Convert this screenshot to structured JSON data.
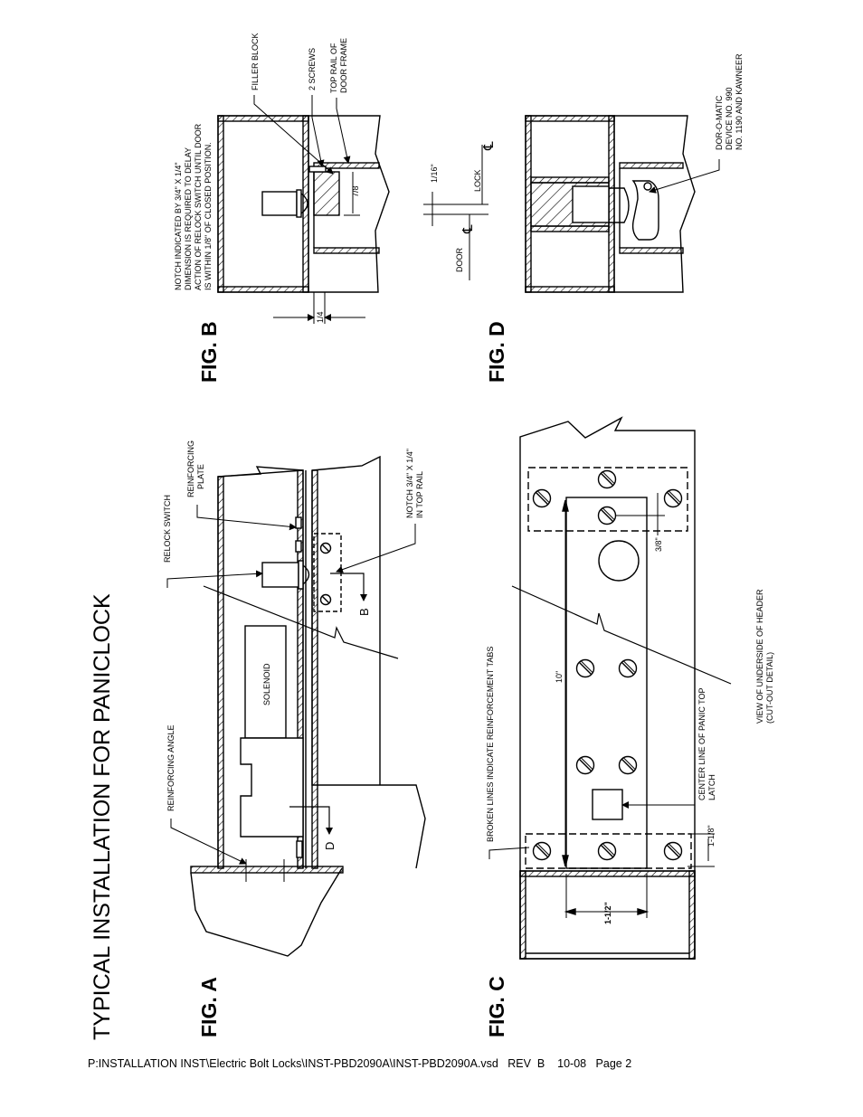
{
  "page_title": "TYPICAL INSTALLATION FOR PANICLOCK",
  "footer": "P:INSTALLATION INST\\Electric Bolt Locks\\INST-PBD2090A\\INST-PBD2090A.vsd   REV  B    10-08   Page 2",
  "fig_a": {
    "title": "FIG. A",
    "relock_switch": "RELOCK SWITCH",
    "reinforcing_plate_1": "REINFORCING",
    "reinforcing_plate_2": "PLATE",
    "notch_1": "NOTCH 3/4\" X 1/4\"",
    "notch_2": "IN TOP RAIL",
    "reinforcing_angle": "REINFORCING ANGLE",
    "solenoid": "SOLENOID",
    "section_b": "B",
    "section_d": "D"
  },
  "fig_b": {
    "title": "FIG. B",
    "filler_block": "FILLER BLOCK",
    "two_screws": "2 SCREWS",
    "top_rail_1": "TOP RAIL OF",
    "top_rail_2": "DOOR FRAME",
    "note_1": "NOTCH INDICATED BY 3/4\" X 1/4\"",
    "note_2": "DIMENSION IS REQUIRED TO  DELAY",
    "note_3": "ACTION OF RELOCK SWITCH UNTIL DOOR",
    "note_4": "IS WITHIN 1/8\" OF CLOSED POSITION.",
    "dim_7_8": "7/8",
    "dim_1_4": "1/4"
  },
  "fig_c": {
    "title": "FIG. C",
    "broken_lines": "BROKEN LINES INDICATE REINFORCEMENT TABS",
    "dim_10": "10\"",
    "dim_3_8": "3/8\"",
    "dim_1_1_8": "1-1/8\"",
    "dim_1_1_2": "1-1/2\"",
    "center_line_1": "CENTER LINE OF PANIC TOP",
    "center_line_2": "LATCH",
    "view_1": "VIEW OF UNDERSIDE OF HEADER",
    "view_2": "(CUT-OUT DETAIL)"
  },
  "fig_d": {
    "title": "FIG. D",
    "dim_1_16": "1/16\"",
    "lock": "LOCK",
    "door": "DOOR",
    "cl_symbol": "℄",
    "device_1": "DOR-O-MATIC",
    "device_2": "DEVICE NO. 990",
    "device_3": "NO. 1190 AND KAWNEER"
  }
}
